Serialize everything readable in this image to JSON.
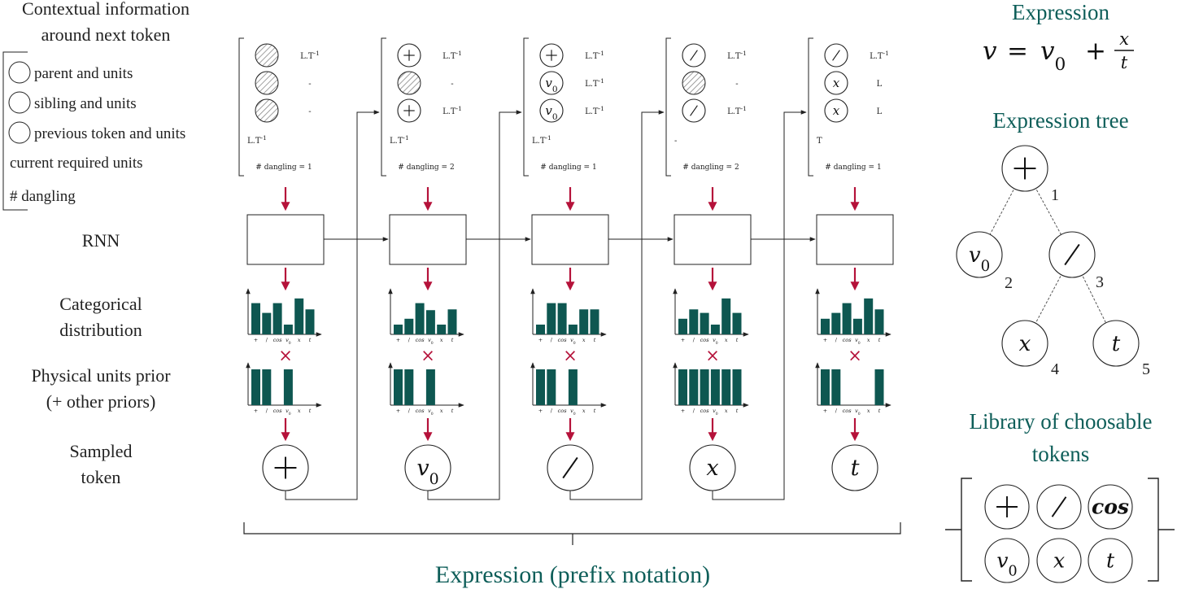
{
  "legend": {
    "title_line1": "Contextual information",
    "title_line2": "around next token",
    "items": [
      "parent and units",
      "sibling and units",
      "previous token and units",
      "current required units",
      "# dangling"
    ]
  },
  "row_labels": {
    "rnn": "RNN",
    "categorical_line1": "Categorical",
    "categorical_line2": "distribution",
    "prior_line1": "Physical units prior",
    "prior_line2": "(+ other priors)",
    "sampled_line1": "Sampled",
    "sampled_line2": "token"
  },
  "tick_labels": [
    "+",
    "/",
    "cos",
    "v0",
    "x",
    "t"
  ],
  "times_symbol": "×",
  "steps": [
    {
      "ctx": [
        {
          "token": "",
          "hatched": true,
          "units": "L.T-1"
        },
        {
          "token": "",
          "hatched": true,
          "units": "-"
        },
        {
          "token": "",
          "hatched": true,
          "units": "-"
        }
      ],
      "required": "L.T-1",
      "dangling": "# dangling = 1",
      "dist": [
        0.8,
        0.55,
        0.8,
        0.25,
        0.92,
        0.64
      ],
      "prior": [
        1,
        1,
        0,
        1,
        0,
        0
      ],
      "sampled": "+"
    },
    {
      "ctx": [
        {
          "token": "+",
          "hatched": false,
          "units": "L.T-1"
        },
        {
          "token": "",
          "hatched": true,
          "units": "-"
        },
        {
          "token": "+",
          "hatched": false,
          "units": "L.T-1"
        }
      ],
      "required": "L.T-1",
      "dangling": "# dangling = 2",
      "dist": [
        0.25,
        0.4,
        0.8,
        0.62,
        0.25,
        0.64
      ],
      "prior": [
        1,
        1,
        0,
        1,
        0,
        0
      ],
      "sampled": "v0"
    },
    {
      "ctx": [
        {
          "token": "+",
          "hatched": false,
          "units": "L.T-1"
        },
        {
          "token": "v0",
          "hatched": false,
          "units": "L.T-1"
        },
        {
          "token": "v0",
          "hatched": false,
          "units": "L.T-1"
        }
      ],
      "required": "L.T-1",
      "dangling": "# dangling = 1",
      "dist": [
        0.25,
        0.8,
        0.8,
        0.25,
        0.64,
        0.64
      ],
      "prior": [
        1,
        1,
        0,
        1,
        0,
        0
      ],
      "sampled": "/"
    },
    {
      "ctx": [
        {
          "token": "/",
          "hatched": false,
          "units": "L.T-1"
        },
        {
          "token": "",
          "hatched": true,
          "units": "-"
        },
        {
          "token": "/",
          "hatched": false,
          "units": "L.T-1"
        }
      ],
      "required": "-",
      "dangling": "# dangling = 2",
      "dist": [
        0.4,
        0.64,
        0.55,
        0.25,
        0.92,
        0.55
      ],
      "prior": [
        1,
        1,
        1,
        1,
        1,
        1
      ],
      "sampled": "x"
    },
    {
      "ctx": [
        {
          "token": "/",
          "hatched": false,
          "units": "L.T-1"
        },
        {
          "token": "x",
          "hatched": false,
          "units": "L"
        },
        {
          "token": "x",
          "hatched": false,
          "units": "L"
        }
      ],
      "required": "T",
      "dangling": "# dangling = 1",
      "dist": [
        0.4,
        0.55,
        0.8,
        0.4,
        0.92,
        0.64
      ],
      "prior": [
        1,
        1,
        0,
        0,
        0,
        1
      ],
      "sampled": "t"
    }
  ],
  "expression": {
    "title": "Expression",
    "lhs": "v",
    "equals": "=",
    "v0": "v0",
    "plus": "+",
    "num": "x",
    "den": "t"
  },
  "tree": {
    "title": "Expression tree",
    "nodes": [
      {
        "token": "+",
        "index": "1"
      },
      {
        "token": "v0",
        "index": "2"
      },
      {
        "token": "/",
        "index": "3"
      },
      {
        "token": "x",
        "index": "4"
      },
      {
        "token": "t",
        "index": "5"
      }
    ]
  },
  "library": {
    "title_line1": "Library of choosable",
    "title_line2": "tokens",
    "tokens": [
      "+",
      "/",
      "cos",
      "v0",
      "x",
      "t"
    ]
  },
  "footer": "Expression (prefix notation)",
  "colors": {
    "teal": "#0e5e59",
    "bar": "#0e5751",
    "arrow": "#b5123a",
    "line": "#222222"
  }
}
